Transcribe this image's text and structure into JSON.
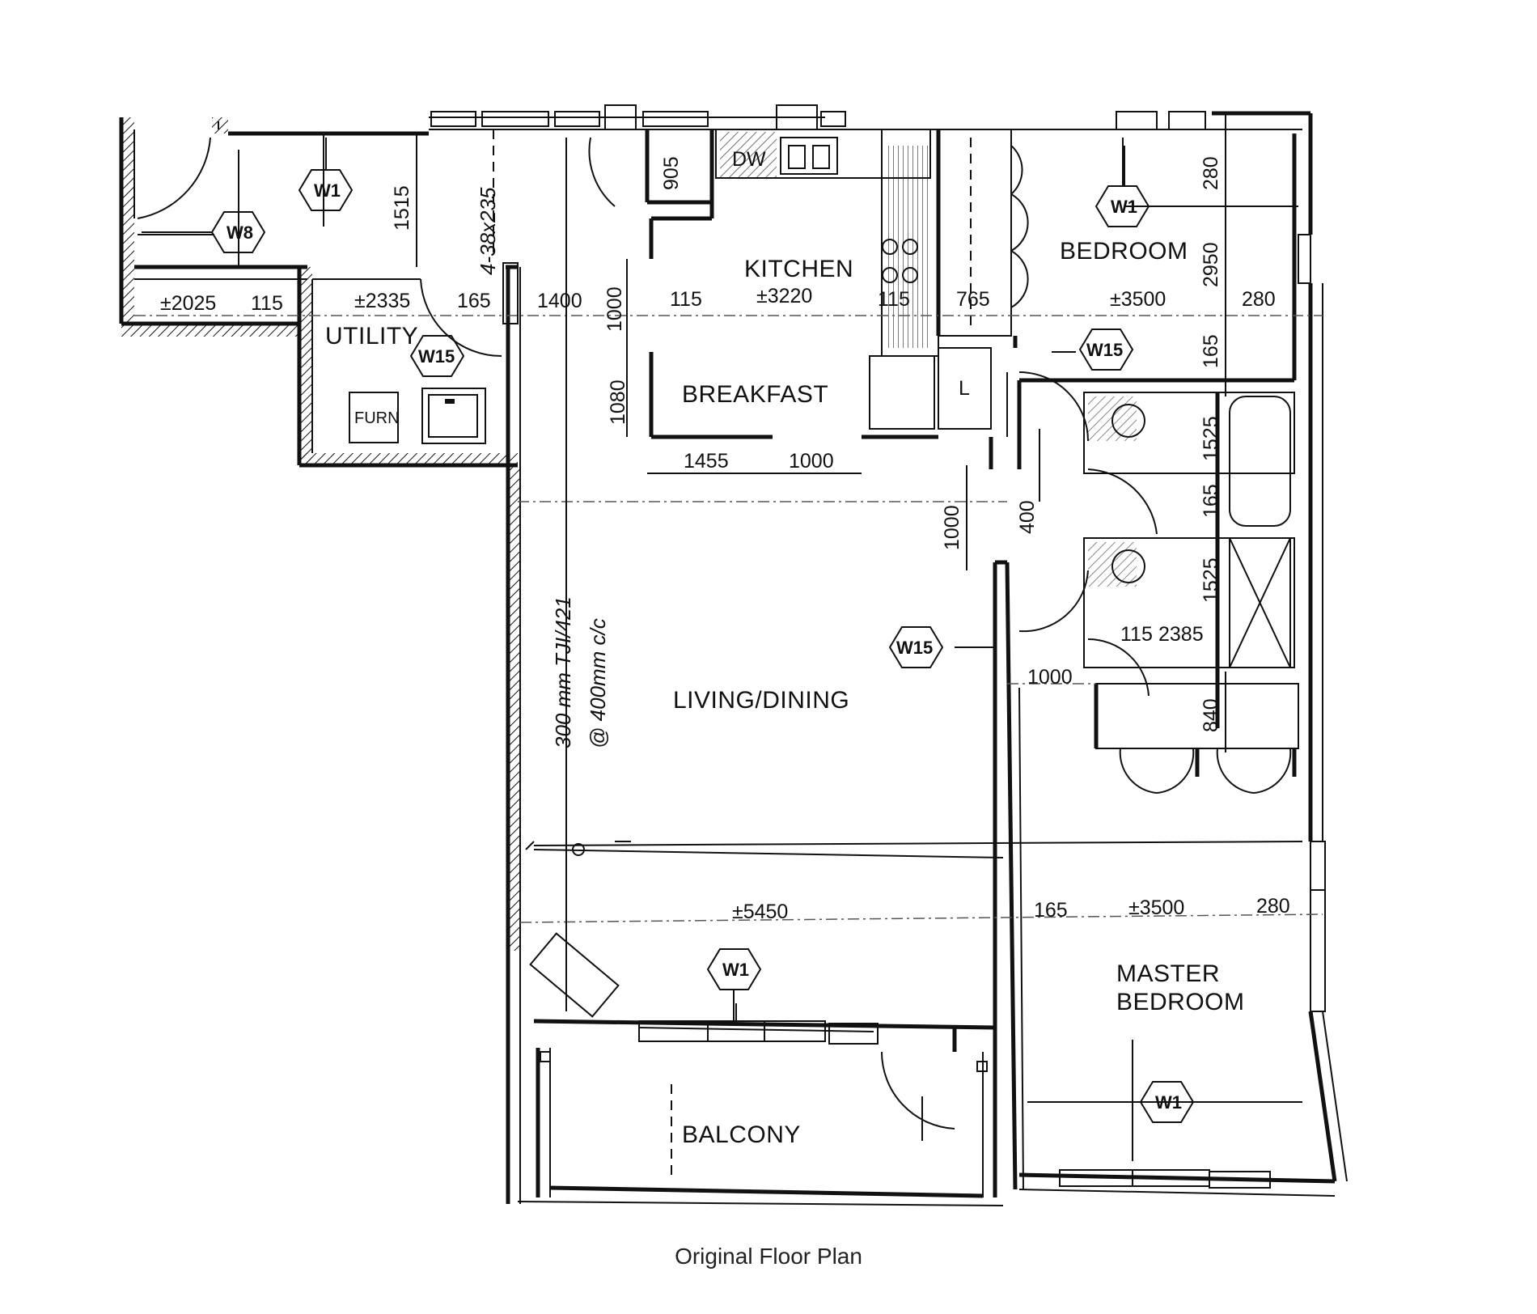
{
  "caption": "Original Floor Plan",
  "rooms": {
    "kitchen": "KITCHEN",
    "breakfast": "BREAKFAST",
    "utility": "UTILITY",
    "bedroom": "BEDROOM",
    "living_dining": "LIVING/DINING",
    "master_bedroom_line1": "MASTER",
    "master_bedroom_line2": "BEDROOM",
    "balcony": "BALCONY"
  },
  "fixtures": {
    "dishwasher": "DW",
    "furnace": "FURN",
    "linen": "L"
  },
  "window_tags": {
    "w1": "W1",
    "w8": "W8",
    "w15": "W15"
  },
  "notes": {
    "joist_line1": "300 mm TJI/421",
    "joist_line2": "@ 400mm c/c",
    "lintel": "4-38x235"
  },
  "dimensions": {
    "d2025": "±2025",
    "d115a": "115",
    "d2335": "±2335",
    "d165a": "165",
    "d1400": "1400",
    "d1000a": "1000",
    "d115b": "115",
    "d3220": "±3220",
    "d115c": "115",
    "d765": "765",
    "d3500a": "±3500",
    "d280a": "280",
    "d280b": "280",
    "d2950": "2950",
    "d165b": "165",
    "d1515": "1515",
    "d905": "905",
    "d1080": "1080",
    "d1455": "1455",
    "d1000b": "1000",
    "d1000c": "1000",
    "d400": "400",
    "d1525a": "1525",
    "d165c": "165",
    "d1525b": "1525",
    "d115d": "115",
    "d2385": "2385",
    "d1000d": "1000",
    "d840": "840",
    "d5450": "±5450",
    "d165d": "165",
    "d3500b": "±3500",
    "d280c": "280"
  }
}
